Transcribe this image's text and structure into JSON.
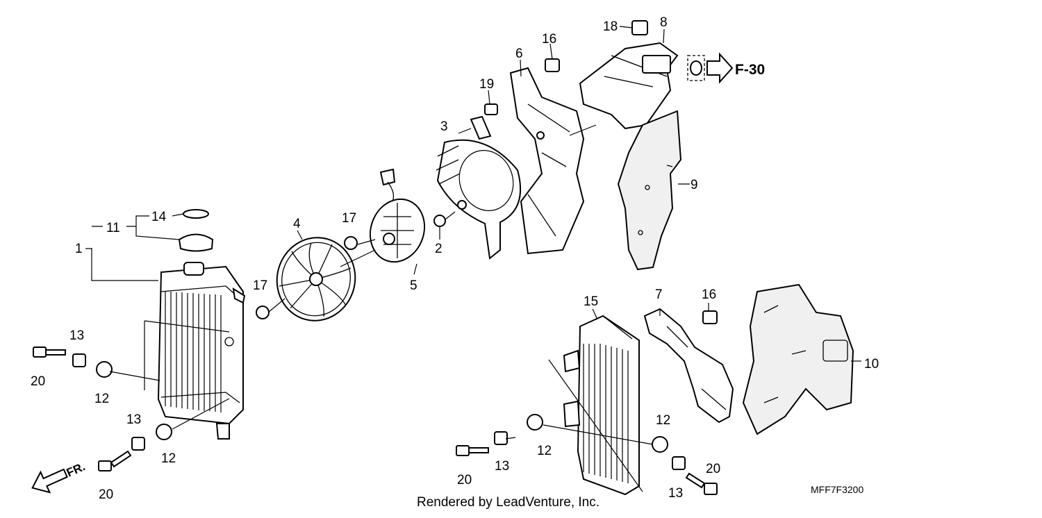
{
  "callouts": {
    "c1": "1",
    "c2": "2",
    "c3": "3",
    "c4": "4",
    "c5": "5",
    "c6": "6",
    "c7": "7",
    "c8": "8",
    "c9": "9",
    "c10": "10",
    "c11": "11",
    "c12a": "12",
    "c12b": "12",
    "c12c": "12",
    "c12d": "12",
    "c13a": "13",
    "c13b": "13",
    "c13c": "13",
    "c13d": "13",
    "c14": "14",
    "c15": "15",
    "c16a": "16",
    "c16b": "16",
    "c17a": "17",
    "c17b": "17",
    "c18": "18",
    "c19": "19",
    "c20a": "20",
    "c20b": "20",
    "c20c": "20",
    "c20d": "20"
  },
  "reference": "F-30",
  "front_arrow": "FR.",
  "credit": "Rendered by LeadVenture, Inc.",
  "diagram_code": "MFF7F3200"
}
